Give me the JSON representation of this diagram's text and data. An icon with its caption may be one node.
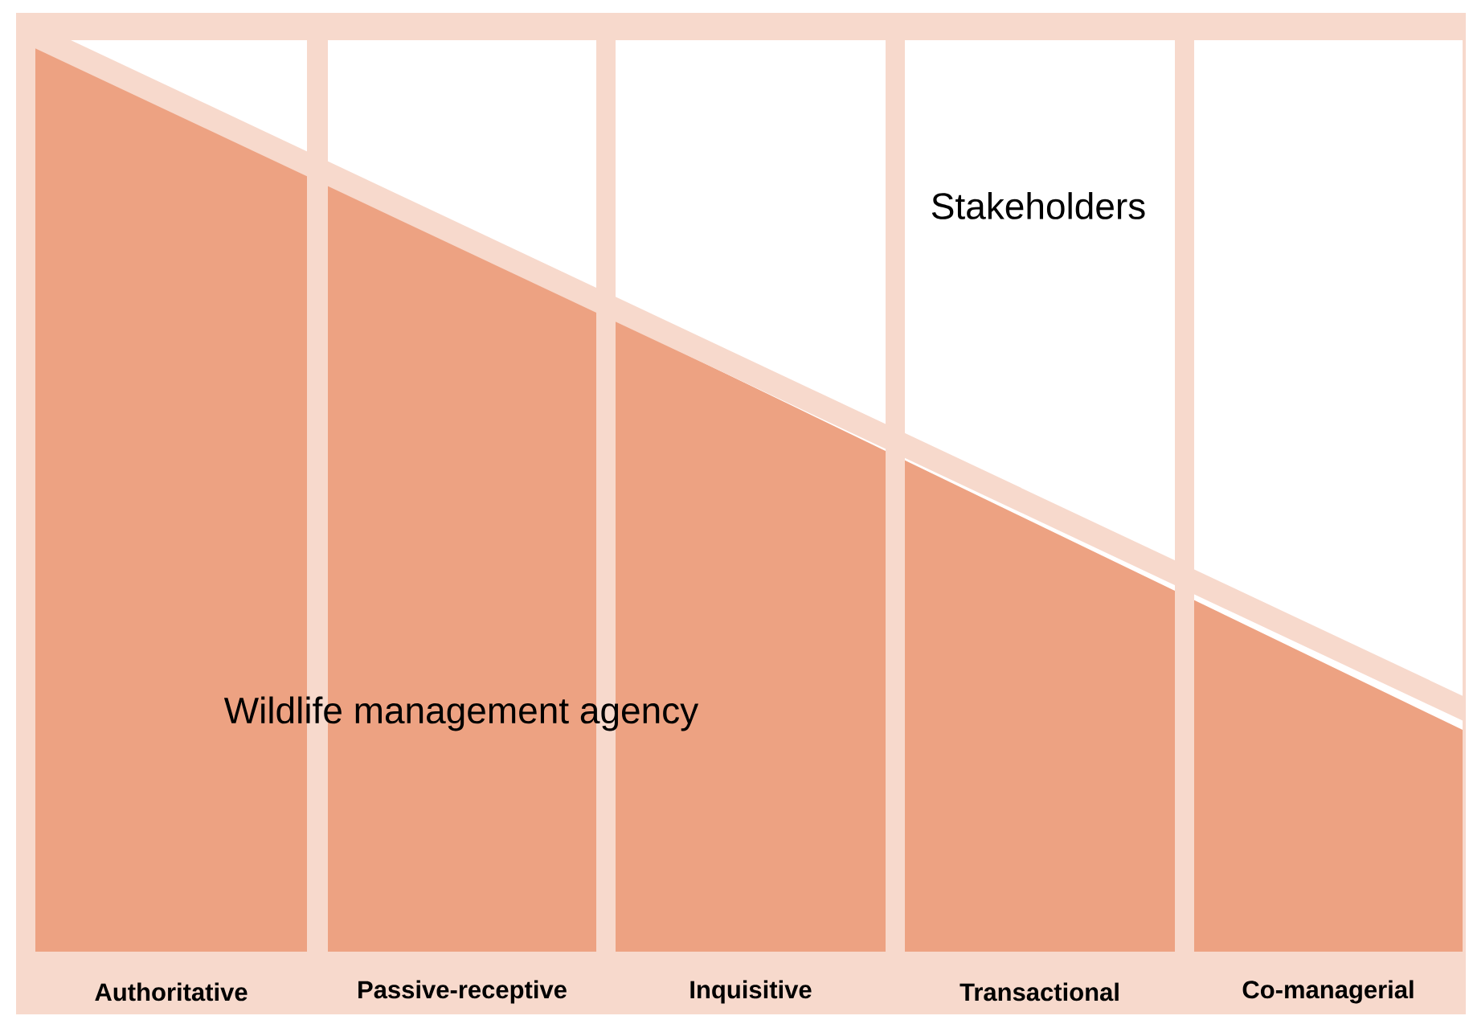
{
  "diagram": {
    "labels": [
      "Stakeholders",
      "Wildlife management agency",
      "Authoritative",
      "Passive-receptive",
      "Inquisitive",
      "Transactional",
      "Co-managerial"
    ]
  }
}
